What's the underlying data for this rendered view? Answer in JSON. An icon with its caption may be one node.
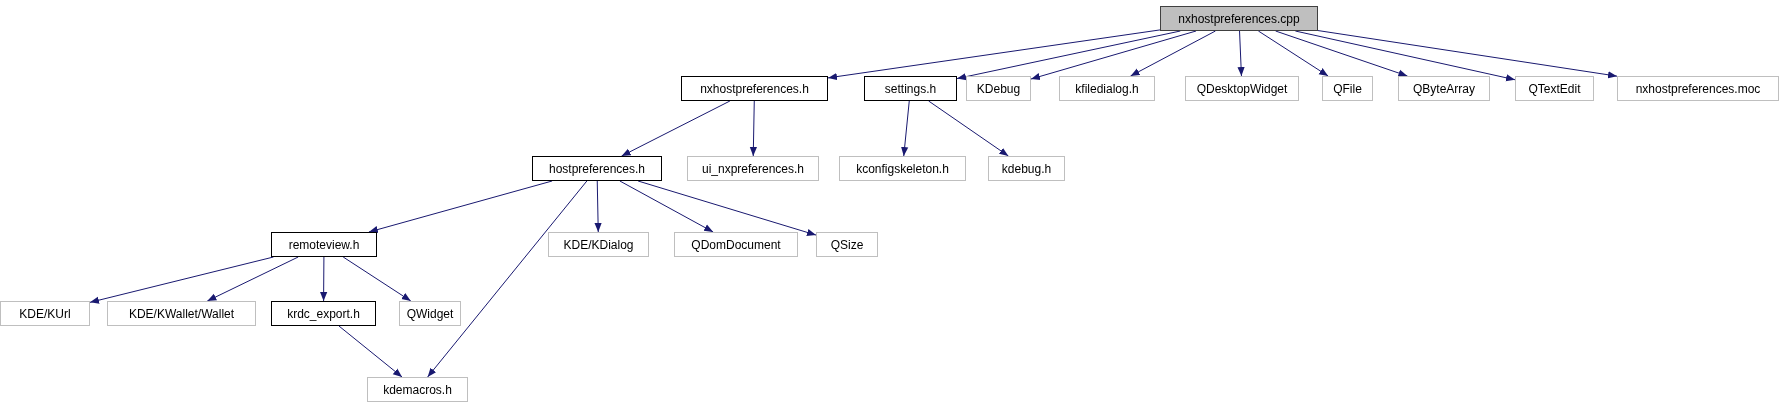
{
  "diagram": {
    "nodes": [
      {
        "text": [
          "nxhostpreferences.cpp"
        ]
      },
      {
        "text": [
          "nxhostpreferences.h"
        ]
      },
      {
        "text": [
          "settings.h"
        ]
      },
      {
        "text": [
          "KDebug"
        ]
      },
      {
        "text": [
          "kfiledialog.h"
        ]
      },
      {
        "text": [
          "QDesktopWidget"
        ]
      },
      {
        "text": [
          "QFile"
        ]
      },
      {
        "text": [
          "QByteArray"
        ]
      },
      {
        "text": [
          "QTextEdit"
        ]
      },
      {
        "text": [
          "nxhostpreferences.moc"
        ]
      },
      {
        "text": [
          "hostpreferences.h"
        ]
      },
      {
        "text": [
          "ui_nxpreferences.h"
        ]
      },
      {
        "text": [
          "kconfigskeleton.h"
        ]
      },
      {
        "text": [
          "kdebug.h"
        ]
      },
      {
        "text": [
          "remoteview.h"
        ]
      },
      {
        "text": [
          "KDE/KDialog"
        ]
      },
      {
        "text": [
          "QDomDocument"
        ]
      },
      {
        "text": [
          "QSize"
        ]
      },
      {
        "text": [
          "KDE/KUrl"
        ]
      },
      {
        "text": [
          "KDE/KWallet/Wallet"
        ]
      },
      {
        "text": [
          "krdc_export.h"
        ]
      },
      {
        "text": [
          "QWidget"
        ]
      },
      {
        "text": [
          "kdemacros.h"
        ]
      }
    ],
    "edges": [
      {
        "from": 0,
        "to": 1,
        "arrow": "to"
      },
      {
        "from": 0,
        "to": 2,
        "arrow": "to"
      },
      {
        "from": 0,
        "to": 3,
        "arrow": "to"
      },
      {
        "from": 0,
        "to": 4,
        "arrow": "to"
      },
      {
        "from": 0,
        "to": 5,
        "arrow": "to"
      },
      {
        "from": 0,
        "to": 6,
        "arrow": "to"
      },
      {
        "from": 0,
        "to": 7,
        "arrow": "to"
      },
      {
        "from": 0,
        "to": 8,
        "arrow": "to"
      },
      {
        "from": 0,
        "to": 9,
        "arrow": "to"
      },
      {
        "from": 1,
        "to": 10,
        "arrow": "to"
      },
      {
        "from": 1,
        "to": 11,
        "arrow": "to"
      },
      {
        "from": 2,
        "to": 12,
        "arrow": "to"
      },
      {
        "from": 2,
        "to": 13,
        "arrow": "to"
      },
      {
        "from": 10,
        "to": 14,
        "arrow": "to"
      },
      {
        "from": 10,
        "to": 22,
        "arrow": "to"
      },
      {
        "from": 10,
        "to": 15,
        "arrow": "to"
      },
      {
        "from": 10,
        "to": 16,
        "arrow": "to"
      },
      {
        "from": 10,
        "to": 17,
        "arrow": "to"
      },
      {
        "from": 14,
        "to": 18,
        "arrow": "to"
      },
      {
        "from": 14,
        "to": 19,
        "arrow": "to"
      },
      {
        "from": 14,
        "to": 20,
        "arrow": "to"
      },
      {
        "from": 14,
        "to": 21,
        "arrow": "to"
      },
      {
        "from": 20,
        "to": 22,
        "arrow": "to"
      }
    ]
  }
}
